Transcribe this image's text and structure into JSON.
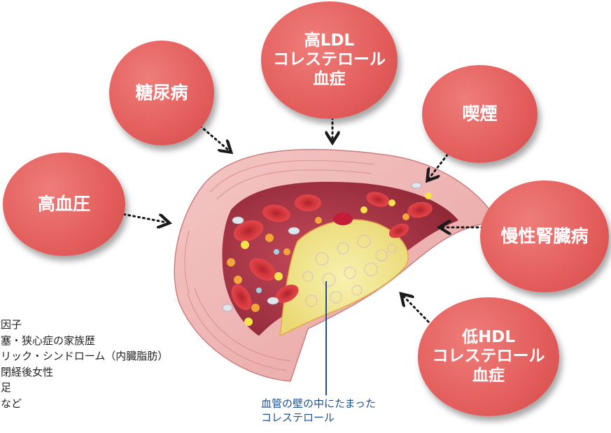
{
  "risk_factors": {
    "diabetes": "糖尿病",
    "high_ldl": "高LDL\nコレステロール\n血症",
    "smoking": "喫煙",
    "hypertension": "高血圧",
    "ckd": "慢性腎臓病",
    "low_hdl": "低HDL\nコレステロール\n血症"
  },
  "other_risks": [
    "険因子",
    "梗塞・狭心症の家族歴",
    "ボリック・シンドローム（内臓脂肪）",
    "・閉経後女性",
    "不足",
    "　など"
  ],
  "plaque_label": "血管の壁の中にたまった\nコレステロール",
  "colors": {
    "bubble": "#e4605e",
    "label": "#1a4f98",
    "arrow": "#1a1a1a"
  }
}
